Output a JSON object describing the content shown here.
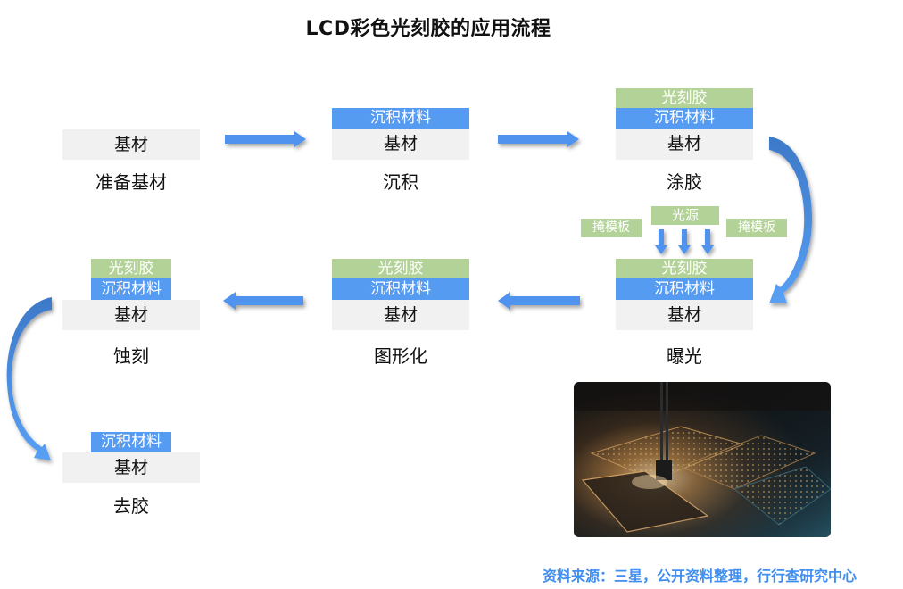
{
  "title": "LCD彩色光刻胶的应用流程",
  "layers": {
    "substrate": "基材",
    "deposit": "沉积材料",
    "resist": "光刻胶"
  },
  "steps": [
    {
      "label": "准备基材",
      "layers": [
        "substrate"
      ]
    },
    {
      "label": "沉积",
      "layers": [
        "deposit",
        "substrate"
      ]
    },
    {
      "label": "涂胶",
      "layers": [
        "resist",
        "deposit",
        "substrate"
      ]
    },
    {
      "label": "曝光",
      "layers": [
        "resist",
        "deposit",
        "substrate"
      ]
    },
    {
      "label": "图形化",
      "layers": [
        "resist",
        "deposit",
        "substrate"
      ]
    },
    {
      "label": "蚀刻",
      "layers": [
        "resist",
        "deposit",
        "substrate"
      ]
    },
    {
      "label": "去胶",
      "layers": [
        "deposit",
        "substrate"
      ]
    }
  ],
  "exposure": {
    "light_source": "光源",
    "mask_left": "掩模板",
    "mask_right": "掩模板"
  },
  "colors": {
    "substrate": "#f1f1f1",
    "deposit": "#559bf2",
    "resist": "#b3d297",
    "arrow": "#4f93ee",
    "source_text": "#3f8ef0"
  },
  "photo": {
    "description": "LCD panel lithography equipment photo"
  },
  "source": "资料来源：三星，公开资料整理，行行查研究中心"
}
